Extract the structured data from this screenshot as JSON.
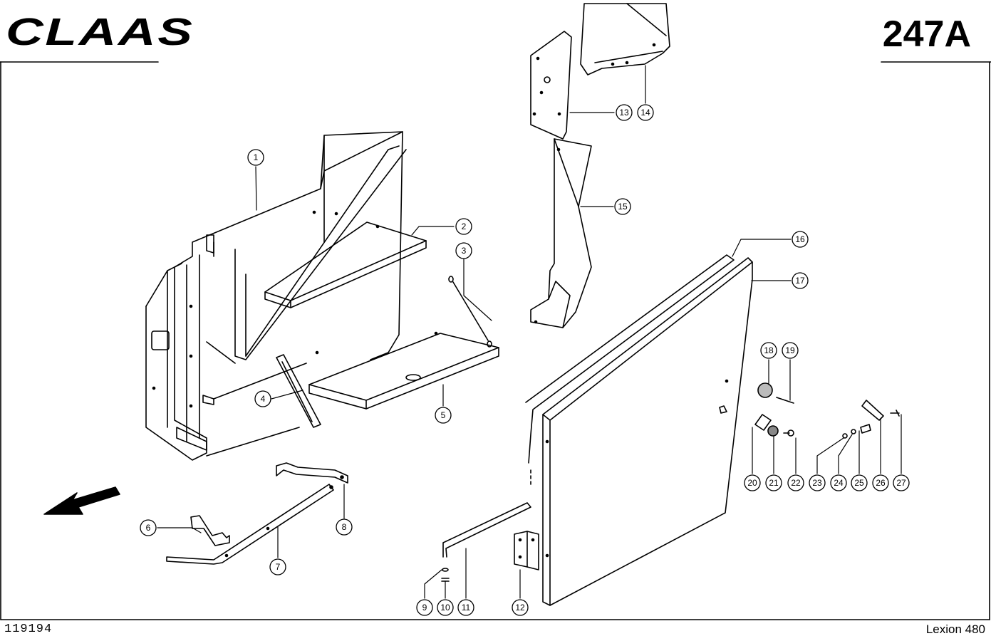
{
  "header": {
    "brand": "CLAAS",
    "page_ref": "247A"
  },
  "footer": {
    "drawing_number": "119194",
    "model": "Lexion 480"
  },
  "callouts": [
    "1",
    "2",
    "3",
    "4",
    "5",
    "6",
    "7",
    "8",
    "9",
    "10",
    "11",
    "12",
    "13",
    "14",
    "15",
    "16",
    "17",
    "18",
    "19",
    "20",
    "21",
    "22",
    "23",
    "24",
    "25",
    "26",
    "27"
  ]
}
